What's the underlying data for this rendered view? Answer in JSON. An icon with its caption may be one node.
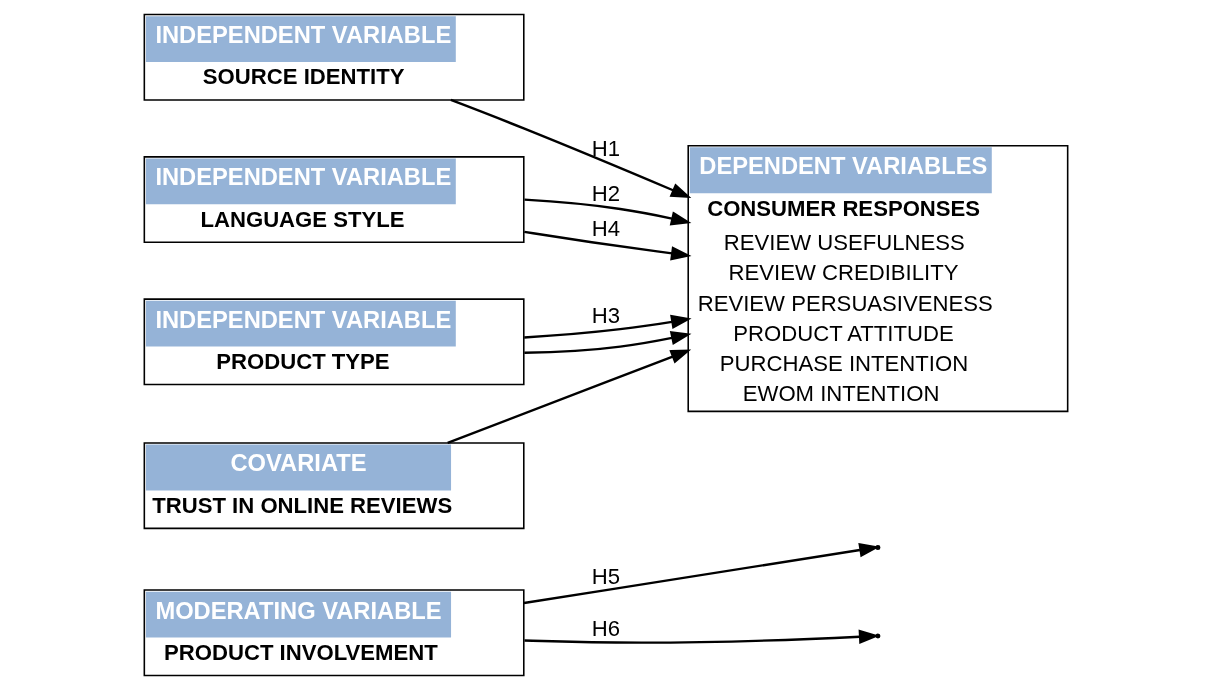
{
  "diagram": {
    "nodes": [
      {
        "text": [
          "MODERATING VARIABLE",
          "PRODUCT INVOLVEMENT"
        ]
      },
      {
        "text": [
          "INDEPENDENT VARIABLE",
          "SOURCE IDENTITY"
        ]
      },
      {
        "text": [
          "INDEPENDENT VARIABLE",
          "LANGUAGE STYLE"
        ]
      },
      {
        "text": [
          "INDEPENDENT VARIABLE",
          "PRODUCT TYPE"
        ]
      },
      {
        "text": [
          "DEPENDENT VARIABLES",
          "CONSUMER RESPONSES",
          "REVIEW USEFULNESS",
          "REVIEW CREDIBILITY",
          "REVIEW PERSUASIVENESS",
          "PRODUCT ATTITUDE",
          "PURCHASE INTENTION",
          "EWOM INTENTION"
        ]
      },
      {
        "text": [
          "COVARIATE",
          "TRUST IN ONLINE REVIEWS"
        ]
      }
    ],
    "edges": [
      {
        "from": 1,
        "to": 4,
        "arrow": "to",
        "label": "H1"
      },
      {
        "from": 2,
        "to": 4,
        "arrow": "to",
        "label": "H2"
      },
      {
        "from": 3,
        "to": 4,
        "arrow": "to",
        "label": "H3"
      },
      {
        "from": 2,
        "to": 4,
        "arrow": "to",
        "label": "H4"
      },
      {
        "from": 3,
        "to": 4,
        "arrow": "to"
      },
      {
        "from": 0,
        "to": null,
        "arrow": "to",
        "label": "H5"
      },
      {
        "from": 0,
        "to": null,
        "arrow": "to",
        "label": "H6"
      },
      {
        "from": 5,
        "to": 4,
        "arrow": "to"
      }
    ]
  }
}
